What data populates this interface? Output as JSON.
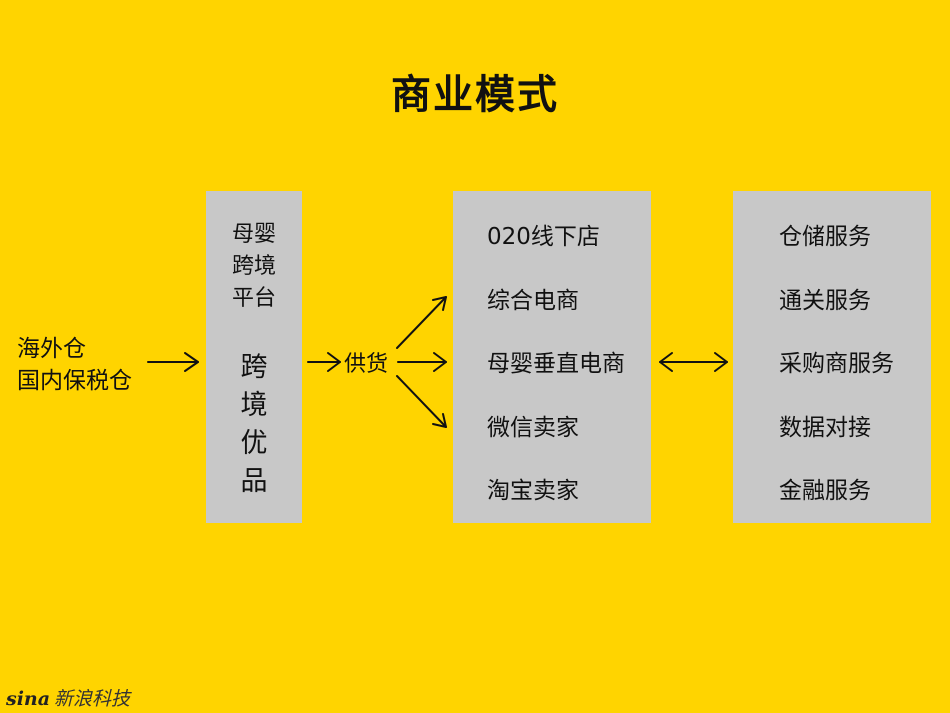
{
  "title": "商业模式",
  "source": [
    "海外仓",
    "国内保税仓"
  ],
  "platform": {
    "top": [
      "母婴",
      "跨境",
      "平台"
    ],
    "name": [
      "跨",
      "境",
      "优",
      "品"
    ]
  },
  "supply_label": "供货",
  "channels": [
    "020线下店",
    "综合电商",
    "母婴垂直电商",
    "微信卖家",
    "淘宝卖家"
  ],
  "services": [
    "仓储服务",
    "通关服务",
    "采购商服务",
    "数据对接",
    "金融服务"
  ],
  "watermark": {
    "mark": "sina",
    "text": "新浪科技"
  },
  "colors": {
    "background": "#FFD400",
    "box": "#C8C8C8",
    "ink": "#111111"
  }
}
